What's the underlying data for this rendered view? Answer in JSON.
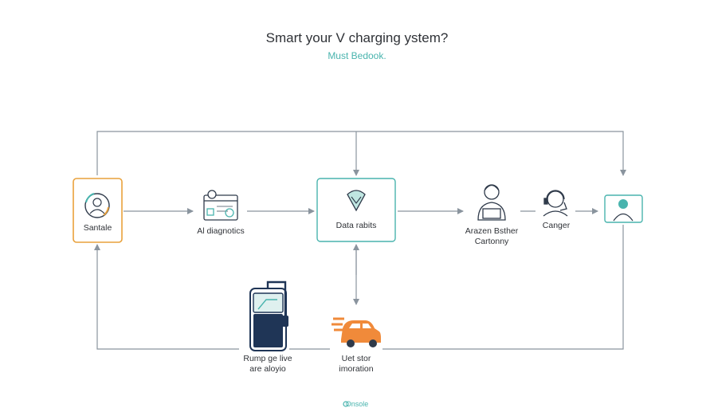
{
  "header": {
    "title": "Smart your V charging ystem?",
    "subtitle": "Must Bedook."
  },
  "nodes": {
    "user": {
      "label": "Santale"
    },
    "diagnostics": {
      "label": "Al diagnotics"
    },
    "data": {
      "label": "Data rabits"
    },
    "agent": {
      "label_line1": "Arazen Bsther",
      "label_line2": "Cartonny"
    },
    "charger": {
      "label": "Canger"
    },
    "station": {
      "label_line1": "Rump ge live",
      "label_line2": "are aloyio"
    },
    "vehicle": {
      "label_line1": "Uet stor",
      "label_line2": "imoration"
    }
  },
  "footer": {
    "label": "Onsole"
  },
  "colors": {
    "line": "#8a949e",
    "teal": "#49b4ae",
    "dark": "#2f3a4a",
    "orange": "#e9a13b",
    "car": "#f08a3a",
    "navy": "#1f3556"
  }
}
